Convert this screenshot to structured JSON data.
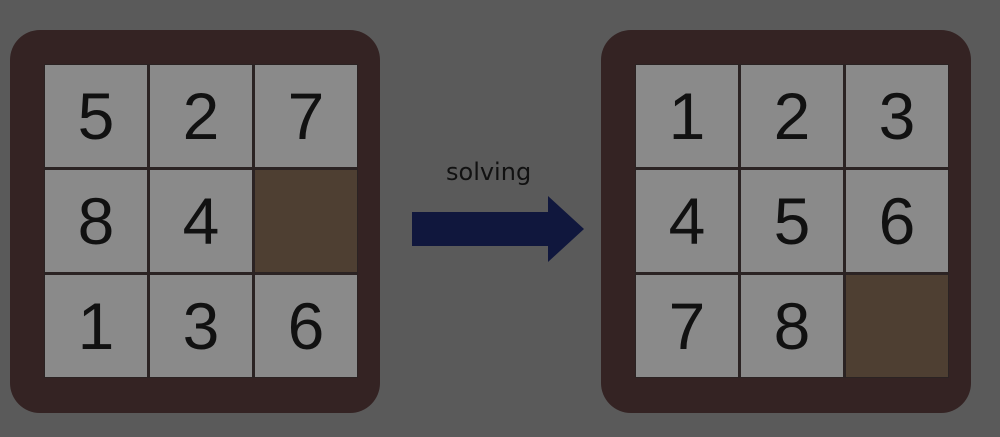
{
  "puzzle": {
    "start_board": {
      "tiles": [
        "5",
        "2",
        "7",
        "8",
        "4",
        "",
        "1",
        "3",
        "6"
      ]
    },
    "goal_board": {
      "tiles": [
        "1",
        "2",
        "3",
        "4",
        "5",
        "6",
        "7",
        "8",
        ""
      ]
    },
    "transition_label": "solving"
  },
  "colors": {
    "background": "#5a5a5a",
    "frame": "#342323",
    "tile": "#8a8a8a",
    "blank_tile": "#4e3f32",
    "arrow": "#10173d",
    "text": "#111111"
  },
  "icons": {
    "arrow": "right-arrow-icon"
  }
}
